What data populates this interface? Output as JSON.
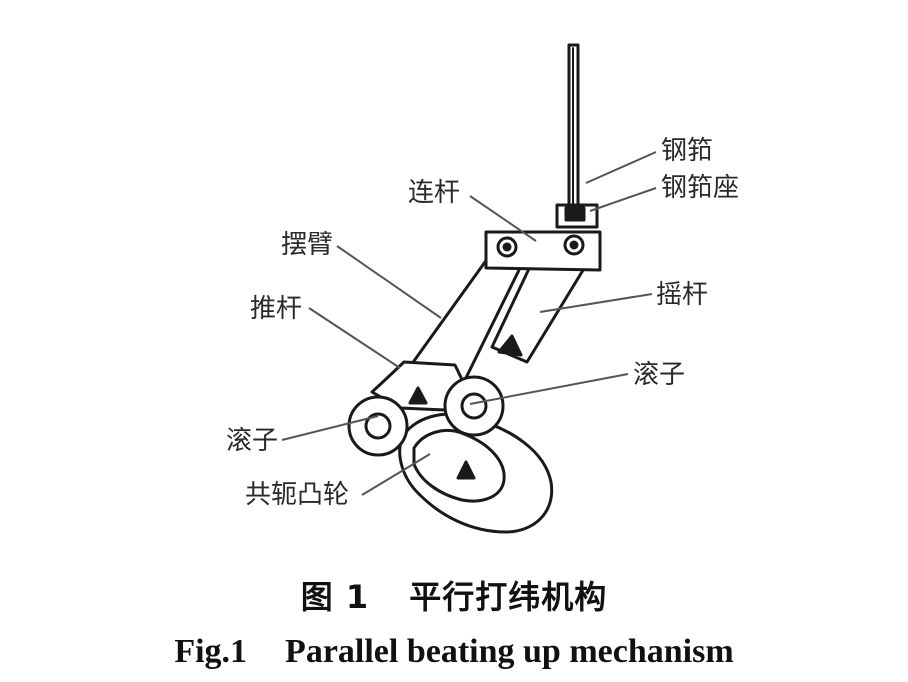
{
  "labels": {
    "gangkou": "钢筘",
    "gangkouzuo": "钢筘座",
    "liangan": "连杆",
    "baibi": "摆臂",
    "yaogan": "摇杆",
    "tuigan": "推杆",
    "gunzi_right": "滚子",
    "gunzi_left": "滚子",
    "gongeyunlun": "共轭凸轮"
  },
  "caption": {
    "cn_number": "图 1",
    "cn_title": "平行打纬机构",
    "en_number": "Fig.1",
    "en_title": "Parallel beating up mechanism"
  }
}
